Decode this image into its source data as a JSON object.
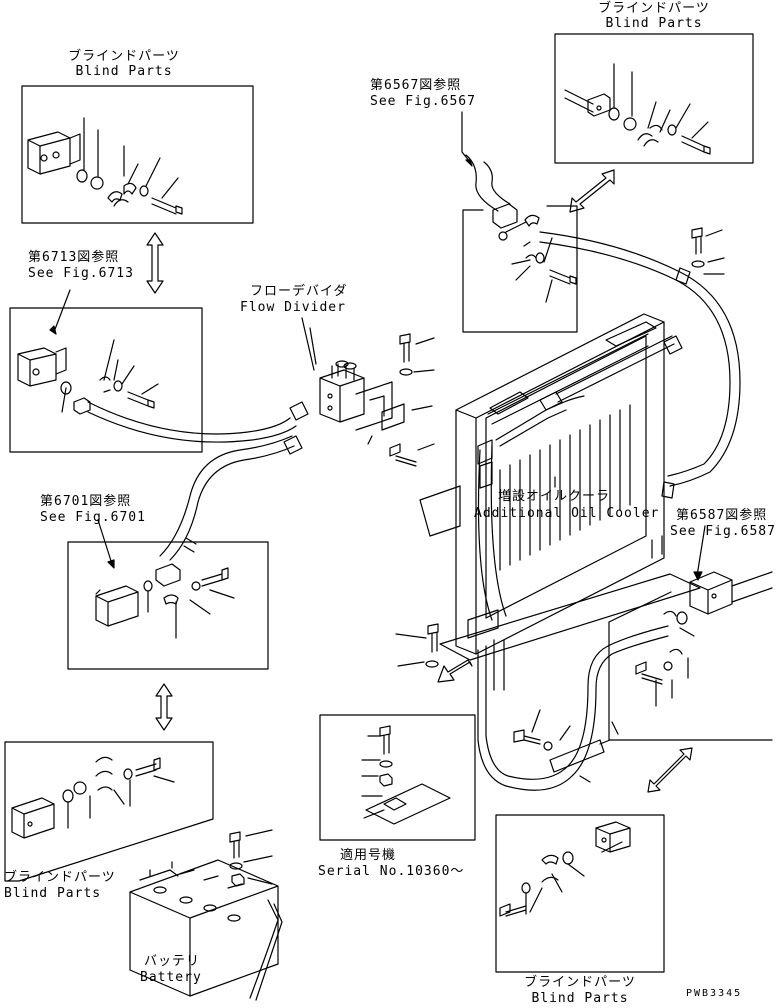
{
  "labels": {
    "blind_top_right_jp": "ブラインドパーツ",
    "blind_top_right_en": "Blind Parts",
    "blind_top_left_jp": "ブラインドパーツ",
    "blind_top_left_en": "Blind Parts",
    "see6567_jp": "第6567図参照",
    "see6567_en": "See Fig.6567",
    "see6713_jp": "第6713図参照",
    "see6713_en": "See Fig.6713",
    "flow_divider_jp": "フローデバイダ",
    "flow_divider_en": "Flow Divider",
    "see6701_jp": "第6701図参照",
    "see6701_en": "See Fig.6701",
    "oil_cooler_jp": "増設オイルクーラ",
    "oil_cooler_en": "Additional Oil Cooler",
    "see6587_jp": "第6587図参照",
    "see6587_en": "See Fig.6587",
    "blind_bottom_left_jp": "ブラインドパーツ",
    "blind_bottom_left_en": "Blind Parts",
    "serial_jp": "適用号機",
    "serial_en": "Serial No.10360～",
    "battery_jp": "バッテリ",
    "battery_en": "Battery",
    "blind_bottom_right_jp": "ブラインドパーツ",
    "blind_bottom_right_en": "Blind Parts",
    "drawing_code": "PWB3345"
  }
}
